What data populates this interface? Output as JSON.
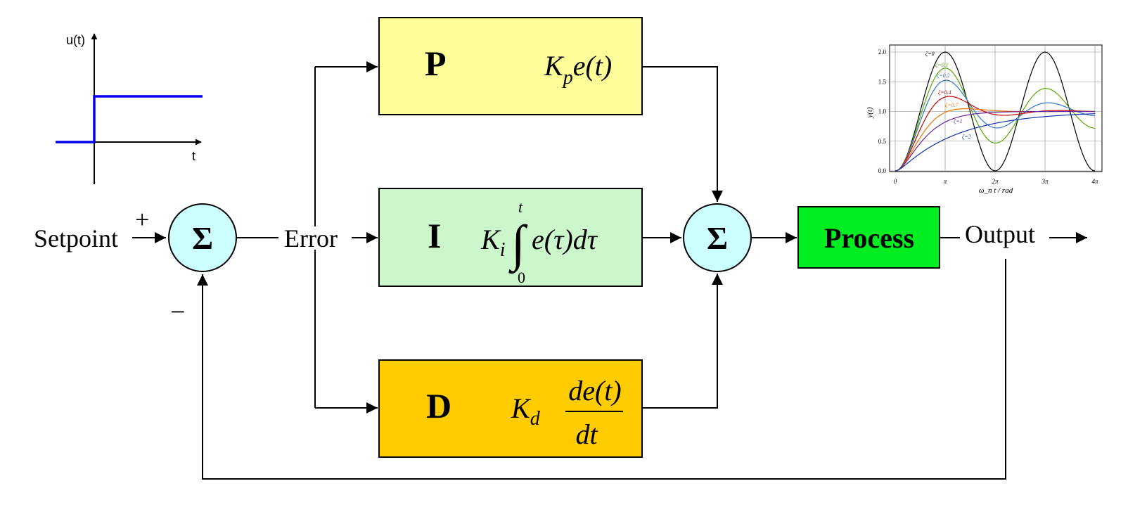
{
  "diagram": {
    "blocks": {
      "p": {
        "letter": "P",
        "kp_k": "K",
        "kp_sub": "p",
        "kp_rest": "e(t)"
      },
      "i": {
        "letter": "I",
        "k": "K",
        "sub": "i",
        "integral": "∫",
        "upper": "t",
        "lower": "0",
        "integrand": "e(τ)dτ"
      },
      "d": {
        "letter": "D",
        "k": "K",
        "sub": "d",
        "num": "de(t)",
        "den": "dt"
      },
      "process": {
        "label": "Process"
      }
    },
    "summing_symbol": "Σ",
    "labels": {
      "setpoint": "Setpoint",
      "error": "Error",
      "output": "Output",
      "plus": "+",
      "minus": "−"
    },
    "colors": {
      "p_fill": "#fdfd9a",
      "i_fill": "#ccf7cc",
      "d_fill": "#ffcc00",
      "process_fill": "#00ee22",
      "sum_fill": "#ccffff"
    }
  },
  "chart_data": [
    {
      "type": "line",
      "title": "",
      "xlabel": "",
      "ylabel": "u(t)",
      "x_axis_label": "t",
      "series": [
        {
          "x": [
            -1,
            0,
            0,
            2.8
          ],
          "y": [
            0,
            0,
            1,
            1
          ]
        }
      ],
      "color": "#0000ee"
    },
    {
      "type": "line",
      "title": "",
      "xlabel": "ω_n t / rad",
      "ylabel": "y(t)",
      "xlim": [
        0,
        12.566
      ],
      "ylim": [
        0,
        2.0
      ],
      "xticks": [
        "0",
        "π",
        "2π",
        "3π",
        "4π"
      ],
      "yticks": [
        "0.0",
        "0.5",
        "1.0",
        "1.5",
        "2.0"
      ],
      "grid": true,
      "series": [
        {
          "name": "ζ=0",
          "zeta": 0,
          "color": "#000000"
        },
        {
          "name": "ζ=0.1",
          "zeta": 0.1,
          "color": "#55aa00"
        },
        {
          "name": "ζ=0.2",
          "zeta": 0.2,
          "color": "#3377cc"
        },
        {
          "name": "ζ=0.4",
          "zeta": 0.4,
          "color": "#cc0000"
        },
        {
          "name": "ζ=0.7",
          "zeta": 0.7,
          "color": "#ee7700"
        },
        {
          "name": "ζ=1",
          "zeta": 1,
          "color": "#662299"
        },
        {
          "name": "ζ=2",
          "zeta": 2,
          "color": "#1133aa"
        }
      ]
    }
  ]
}
